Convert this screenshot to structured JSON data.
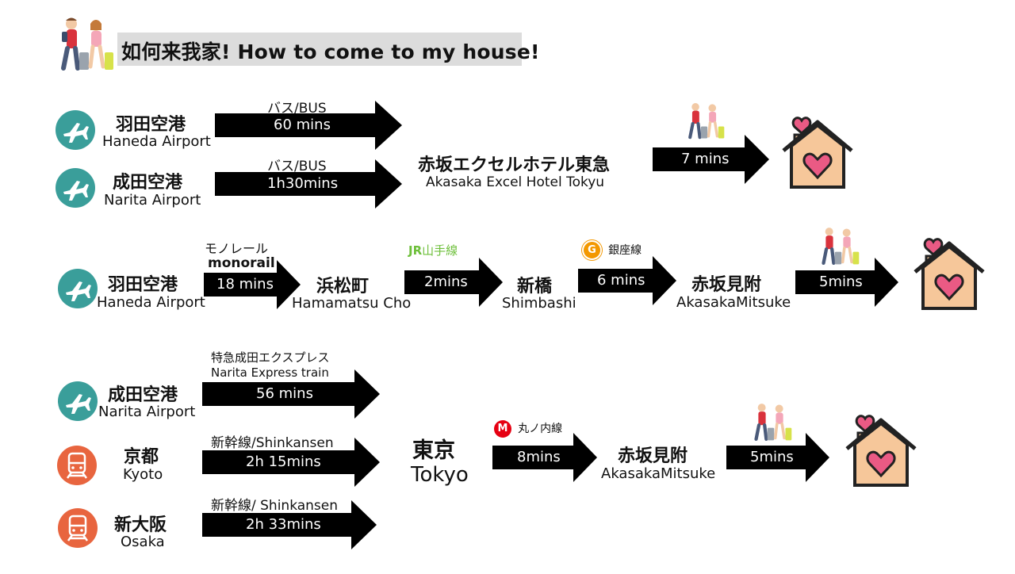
{
  "header": {
    "title": "如何来我家!  How to come to my house!"
  },
  "row1": {
    "haneda": {
      "jp": "羽田空港",
      "en": "Haneda Airport"
    },
    "narita": {
      "jp": "成田空港",
      "en": "Narita Airport"
    },
    "bus1": {
      "mode": "バス/BUS",
      "time": "60 mins"
    },
    "bus2": {
      "mode": "バス/BUS",
      "time": "1h30mins"
    },
    "hotel": {
      "jp": "赤坂エクセルホテル東急",
      "en": "Akasaka Excel Hotel Tokyu"
    },
    "walk": {
      "time": "7 mins"
    }
  },
  "row2": {
    "haneda": {
      "jp": "羽田空港",
      "en": "Haneda Airport"
    },
    "monorail": {
      "mode_jp": "モノレール",
      "mode_en": "monorail",
      "time": "18 mins"
    },
    "hamamatsucho": {
      "jp": "浜松町",
      "en": "Hamamatsu Cho"
    },
    "yamanote": {
      "logo_jr": "JR",
      "logo_line": "山手線",
      "time": "2mins"
    },
    "shimbashi": {
      "jp": "新橋",
      "en": "Shimbashi"
    },
    "ginza": {
      "badge": "G",
      "line": "銀座線",
      "time": "6 mins"
    },
    "akasaka": {
      "jp": "赤坂見附",
      "en": "AkasakaMitsuke"
    },
    "walk": {
      "time": "5mins"
    }
  },
  "row3": {
    "narita": {
      "jp": "成田空港",
      "en": "Narita Airport"
    },
    "kyoto": {
      "jp": "京都",
      "en": "Kyoto"
    },
    "osaka": {
      "jp": "新大阪",
      "en": "Osaka"
    },
    "nex": {
      "mode_jp": "特急成田エクスプレス",
      "mode_en": "Narita Express train",
      "time": "56 mins"
    },
    "shinkansen1": {
      "mode": "新幹線/Shinkansen",
      "time": "2h 15mins"
    },
    "shinkansen2": {
      "mode": "新幹線/ Shinkansen",
      "time": "2h 33mins"
    },
    "tokyo": {
      "jp": "東京",
      "en": "Tokyo"
    },
    "marunouchi": {
      "badge": "M",
      "line": "丸ノ内線",
      "time": "8mins"
    },
    "akasaka": {
      "jp": "赤坂見附",
      "en": "AkasakaMitsuke"
    },
    "walk": {
      "time": "5mins"
    }
  },
  "colors": {
    "airport": "#3a9e9a",
    "train": "#e8653f",
    "arrow": "#000000",
    "house_body": "#f6c79a",
    "heart": "#ea5a84",
    "jr_green": "#6dbf3a",
    "ginza_orange": "#f39800",
    "marunouchi_red": "#e60012"
  }
}
